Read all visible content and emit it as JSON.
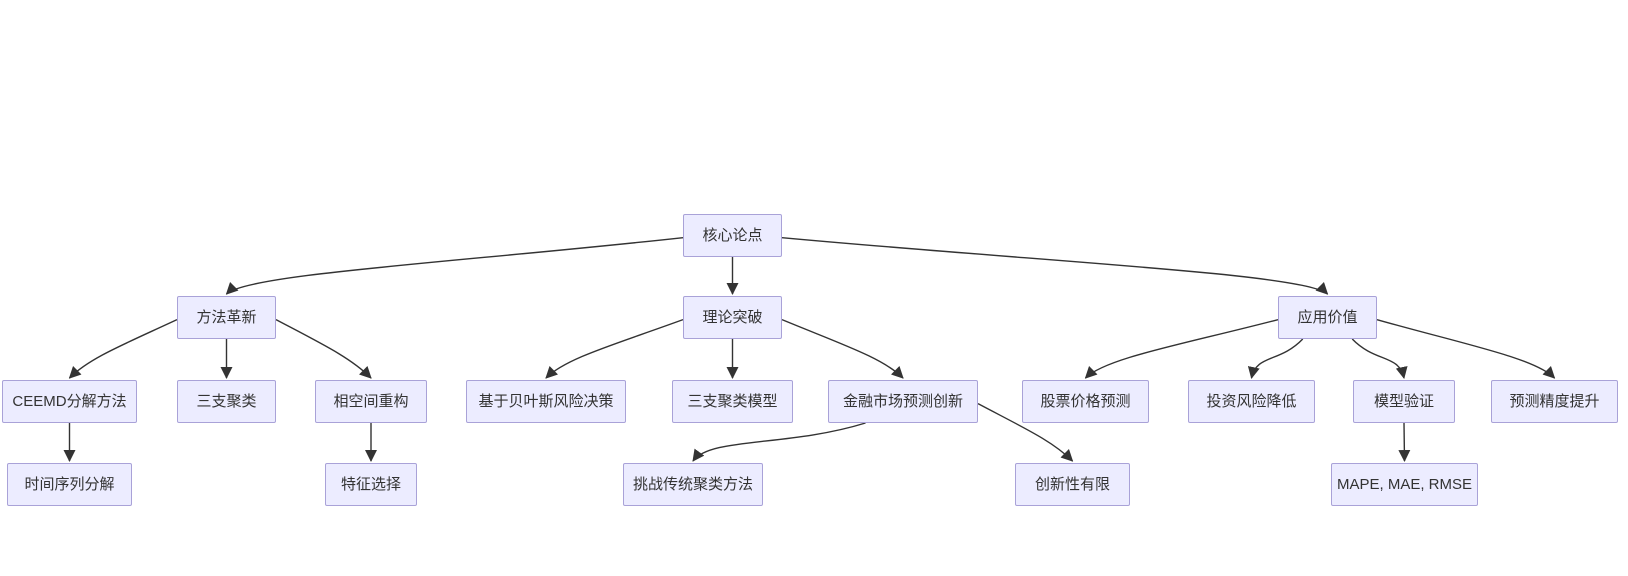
{
  "diagram": {
    "type": "flowchart-tree",
    "background_color": "#ffffff",
    "node_fill_color": "#ECECFF",
    "node_border_color": "#A9A2D8",
    "node_text_color": "#333333",
    "edge_color": "#333333",
    "nodes": [
      {
        "id": "core",
        "name": "core-argument",
        "label": "核心论点"
      },
      {
        "id": "m1",
        "name": "method-innovation",
        "label": "方法革新"
      },
      {
        "id": "m2",
        "name": "theory-breakthrough",
        "label": "理论突破"
      },
      {
        "id": "m3",
        "name": "application-value",
        "label": "应用价值"
      },
      {
        "id": "a1",
        "name": "ceemd-decomposition-method",
        "label": "CEEMD分解方法"
      },
      {
        "id": "a2",
        "name": "three-way-clustering",
        "label": "三支聚类"
      },
      {
        "id": "a3",
        "name": "phase-space-reconstruction",
        "label": "相空间重构"
      },
      {
        "id": "b1",
        "name": "bayesian-risk-decision",
        "label": "基于贝叶斯风险决策"
      },
      {
        "id": "b2",
        "name": "three-way-clustering-model",
        "label": "三支聚类模型"
      },
      {
        "id": "b3",
        "name": "financial-market-prediction-innovation",
        "label": "金融市场预测创新"
      },
      {
        "id": "c1",
        "name": "stock-price-prediction",
        "label": "股票价格预测"
      },
      {
        "id": "c2",
        "name": "investment-risk-reduction",
        "label": "投资风险降低"
      },
      {
        "id": "c3",
        "name": "model-validation",
        "label": "模型验证"
      },
      {
        "id": "c4",
        "name": "prediction-accuracy-improvement",
        "label": "预测精度提升"
      },
      {
        "id": "a1x",
        "name": "time-series-decomposition",
        "label": "时间序列分解"
      },
      {
        "id": "a3x",
        "name": "feature-selection",
        "label": "特征选择"
      },
      {
        "id": "b3x",
        "name": "challenge-traditional-clustering-methods",
        "label": "挑战传统聚类方法"
      },
      {
        "id": "b3y",
        "name": "limited-novelty",
        "label": "创新性有限"
      },
      {
        "id": "c3x",
        "name": "mape-mae-rmse-metrics",
        "label": "MAPE, MAE, RMSE"
      }
    ],
    "edges": [
      {
        "from": "core",
        "to": "m1"
      },
      {
        "from": "core",
        "to": "m2"
      },
      {
        "from": "core",
        "to": "m3"
      },
      {
        "from": "m1",
        "to": "a1"
      },
      {
        "from": "m1",
        "to": "a2"
      },
      {
        "from": "m1",
        "to": "a3"
      },
      {
        "from": "m2",
        "to": "b1"
      },
      {
        "from": "m2",
        "to": "b2"
      },
      {
        "from": "m2",
        "to": "b3"
      },
      {
        "from": "m3",
        "to": "c1"
      },
      {
        "from": "m3",
        "to": "c2"
      },
      {
        "from": "m3",
        "to": "c3"
      },
      {
        "from": "m3",
        "to": "c4"
      },
      {
        "from": "a1",
        "to": "a1x"
      },
      {
        "from": "a3",
        "to": "a3x"
      },
      {
        "from": "b3",
        "to": "b3x"
      },
      {
        "from": "b3",
        "to": "b3y"
      },
      {
        "from": "c3",
        "to": "c3x"
      }
    ]
  }
}
